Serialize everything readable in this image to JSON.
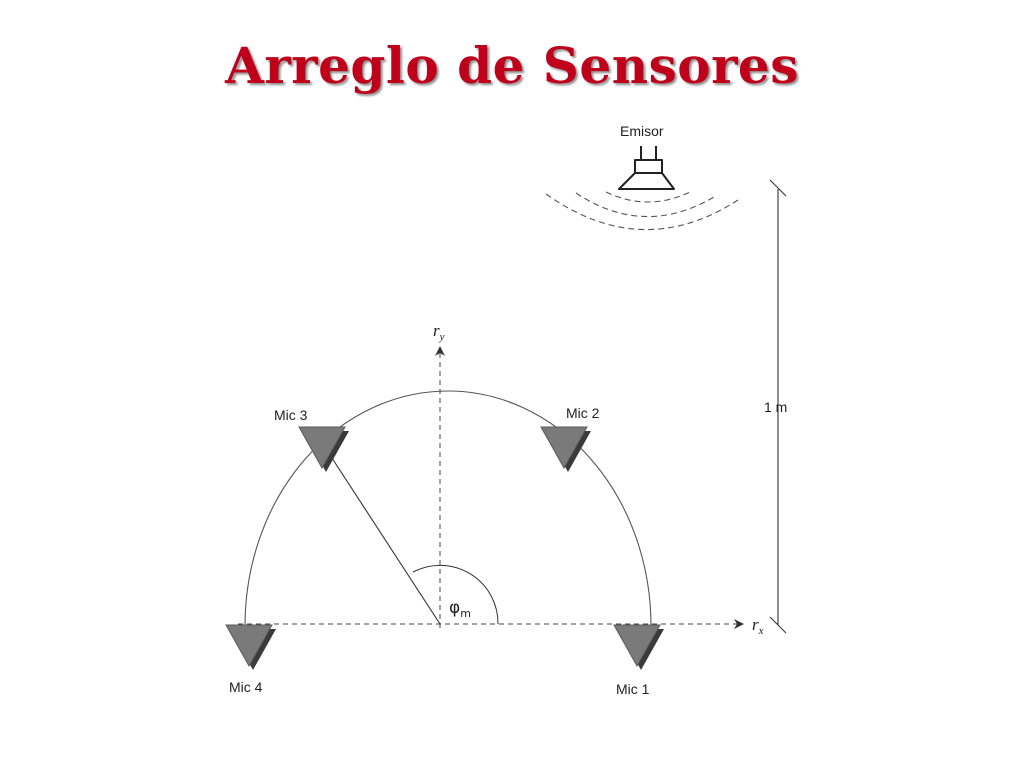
{
  "title": "Arreglo de Sensores",
  "emitter": {
    "label": "Emisor"
  },
  "scale": {
    "label": "1 m"
  },
  "axes": {
    "x": {
      "label": "r",
      "subscript": "x"
    },
    "y": {
      "label": "r",
      "subscript": "y"
    }
  },
  "angle": {
    "symbol": "φ",
    "subscript": "m"
  },
  "microphones": [
    {
      "label": "Mic 1"
    },
    {
      "label": "Mic 2"
    },
    {
      "label": "Mic 3"
    },
    {
      "label": "Mic 4"
    }
  ],
  "colors": {
    "title": "#c0001a",
    "mic_fill": "#7a7a7a",
    "line": "#333333"
  }
}
